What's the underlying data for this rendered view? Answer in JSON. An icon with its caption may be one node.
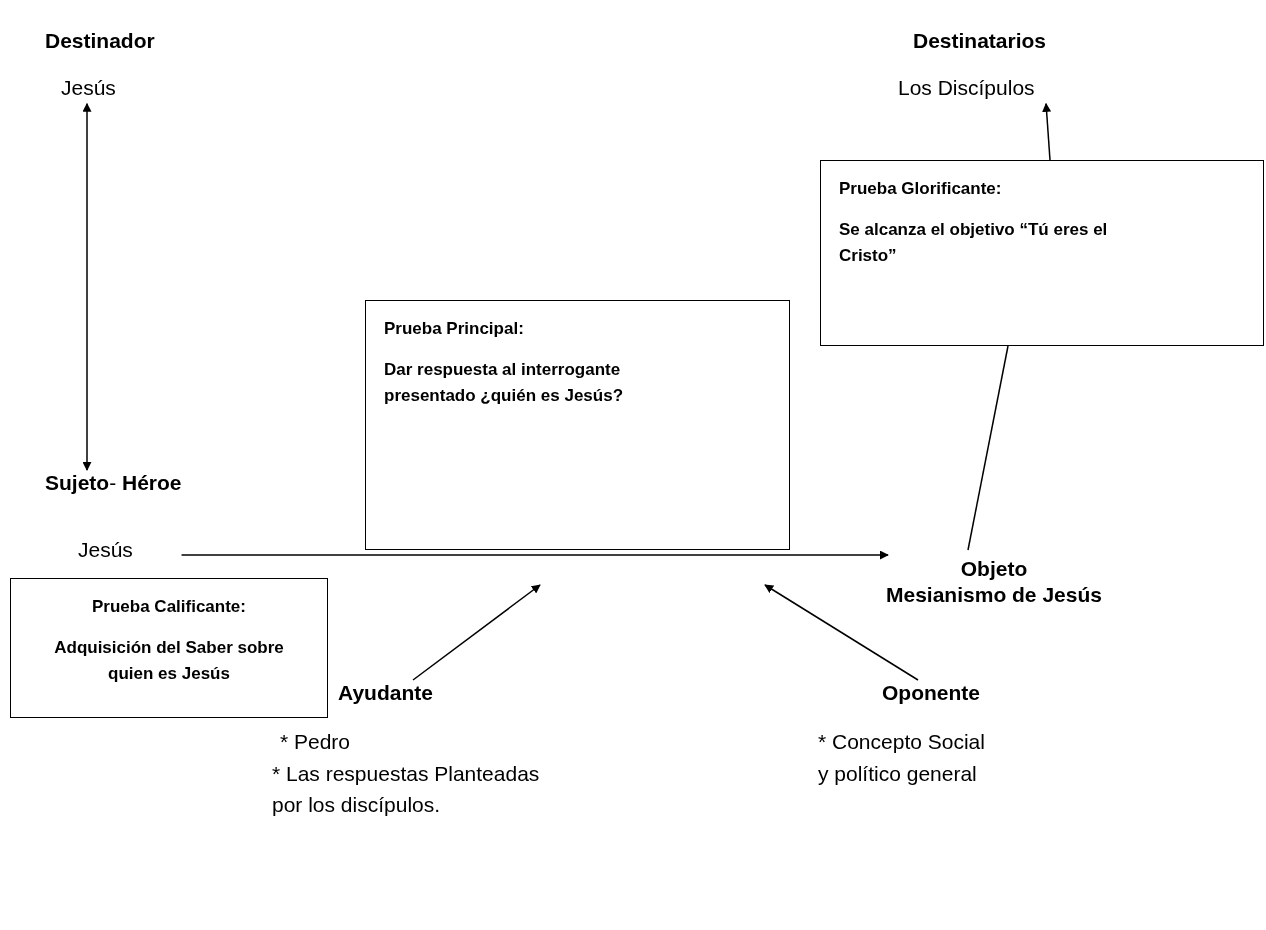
{
  "diagram": {
    "nodes": [
      {
        "text": [
          "Destinador",
          "Jesús"
        ]
      },
      {
        "text": [
          "Destinatarios",
          "Los Discípulos"
        ]
      },
      {
        "text": [
          "**Sujeto**- **Héroe**",
          "Jesús"
        ]
      },
      {
        "text": [
          "Objeto",
          "Mesianismo de Jesús"
        ]
      },
      {
        "text": [
          "Ayudante",
          "* Pedro",
          "* Las respuestas Planteadas por los discípulos."
        ]
      },
      {
        "text": [
          "Oponente",
          "* Concepto Social y político general"
        ]
      },
      {
        "text": [
          "Prueba Calificante:",
          "Adquisición del Saber sobre quien es Jesús"
        ]
      },
      {
        "text": [
          "Prueba Principal:",
          "Dar respuesta al interrogante presentado ¿quién es Jesús?"
        ]
      },
      {
        "text": [
          "Prueba Glorificante:",
          "Se alcanza el objetivo “Tú eres el Cristo”"
        ]
      }
    ],
    "edges": [
      {
        "from": 0,
        "to": 2,
        "arrow": "both"
      },
      {
        "from": 2,
        "to": 3,
        "arrow": "to"
      },
      {
        "from": 4,
        "to": null,
        "arrow": "to"
      },
      {
        "from": 5,
        "to": null,
        "arrow": "to"
      },
      {
        "from": 3,
        "to": 8,
        "arrow": "none"
      },
      {
        "from": 8,
        "to": 1,
        "arrow": "to"
      }
    ]
  }
}
